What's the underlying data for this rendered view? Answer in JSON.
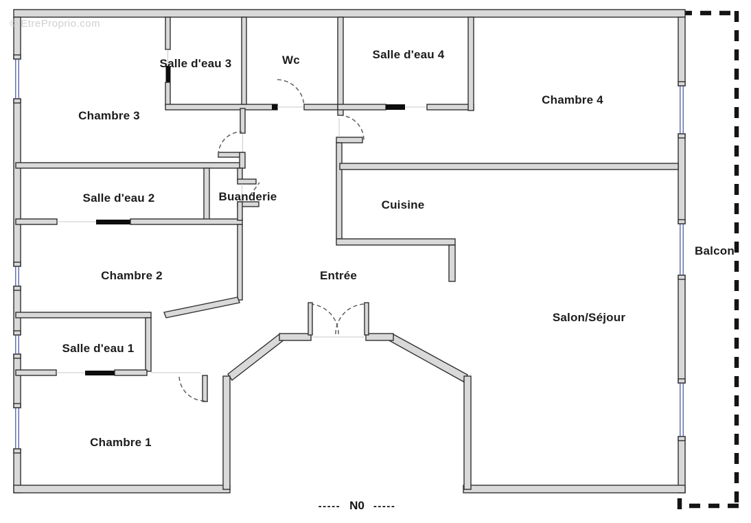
{
  "watermark": "© EtreProprio.com",
  "rooms": {
    "chambre3": "Chambre 3",
    "salle_eau_3": "Salle d'eau 3",
    "wc": "Wc",
    "salle_eau_4": "Salle d'eau 4",
    "chambre4": "Chambre 4",
    "salle_eau_2": "Salle d'eau 2",
    "buanderie": "Buanderie",
    "cuisine": "Cuisine",
    "chambre2": "Chambre 2",
    "entree": "Entrée",
    "salon": "Salon/Séjour",
    "salle_eau_1": "Salle d'eau 1",
    "chambre1": "Chambre 1",
    "balcon": "Balcon"
  },
  "compass": {
    "dashes_left": "-----",
    "label": "N0",
    "dashes_right": "-----"
  },
  "colors": {
    "wall_fill": "#d9d9d9",
    "wall_stroke": "#2f2f2f",
    "window_blue": "#3f4e9e",
    "sliding_door": "#0d0d0d",
    "balcony_dash": "#141414",
    "label_text": "#1c1c1c",
    "watermark": "#cfcfcf"
  }
}
